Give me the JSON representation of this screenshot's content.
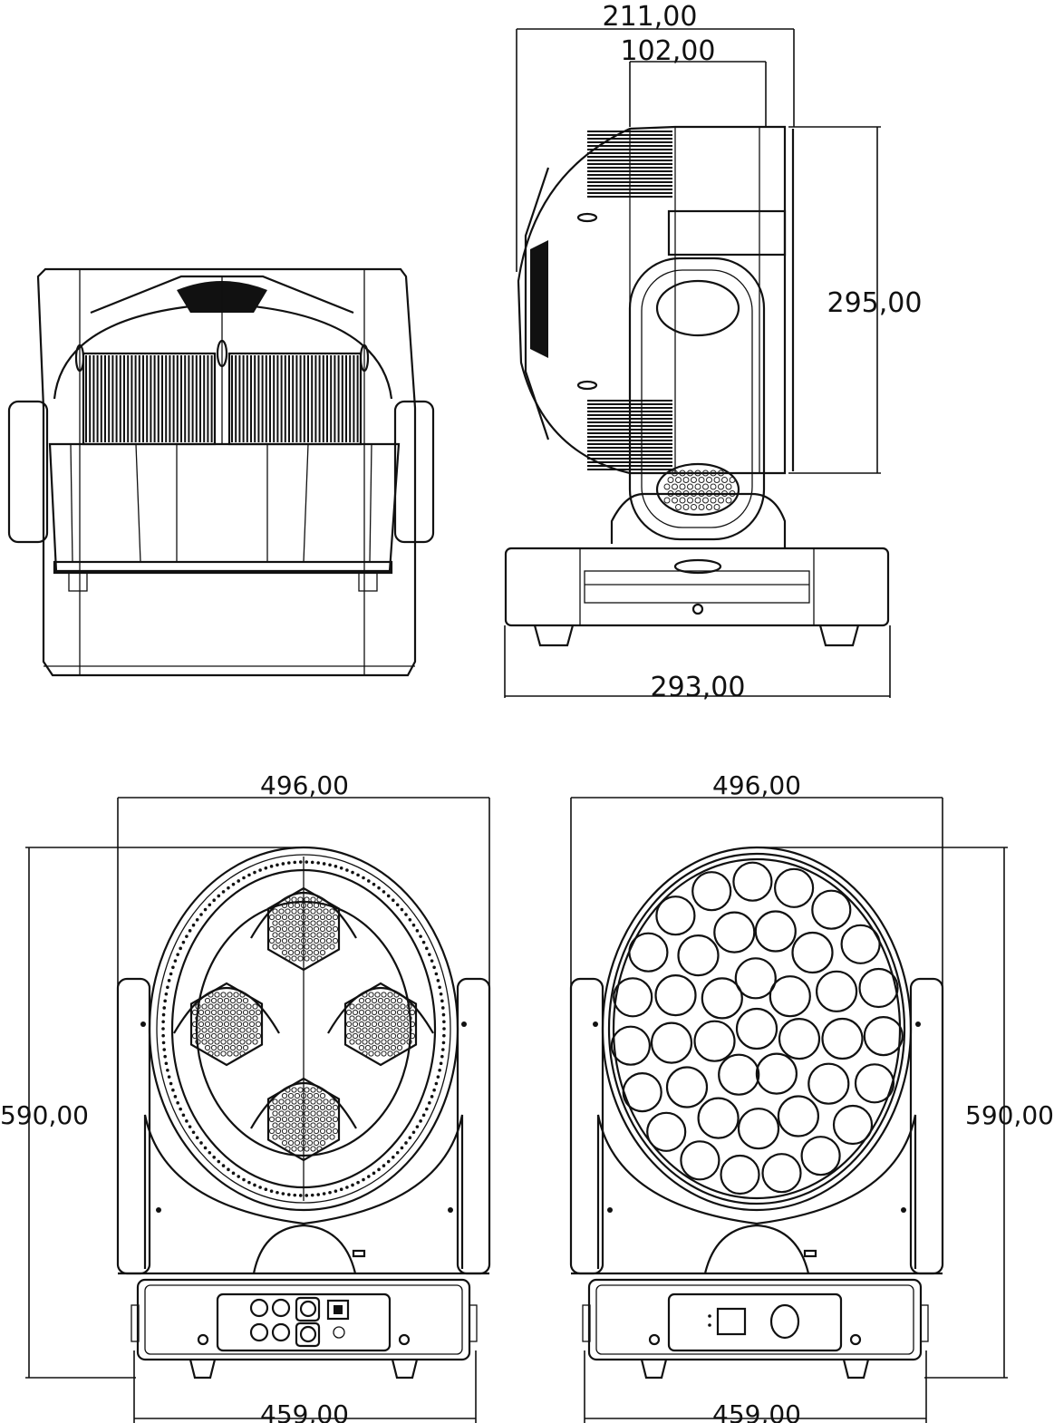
{
  "dimensions": {
    "side_depth_total": "211,00",
    "side_depth_head": "102,00",
    "side_height_head": "295,00",
    "side_base_width": "293,00",
    "front_width_left": "496,00",
    "front_width_right": "496,00",
    "front_height_left": "590,00",
    "front_height_right": "590,00",
    "base_width_left": "459,00",
    "base_width_right": "459,00"
  },
  "colors": {
    "stroke": "#111111",
    "background": "#ffffff"
  }
}
